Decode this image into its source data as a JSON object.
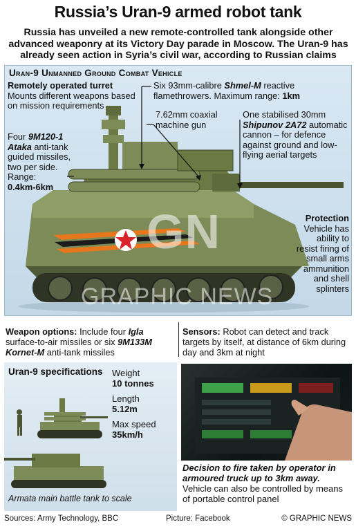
{
  "title": "Russia’s Uran-9 armed robot tank",
  "subtitle": "Russia has unveiled a new remote-controlled tank alongside other advanced weaponry at its Victory Day parade in Moscow. The Uran-9 has already seen action in Syria’s civil war, according to Russian claims",
  "panel_heading": "Uran-9 Unmanned Ground Combat Vehicle",
  "turret": {
    "heading": "Remotely operated turret",
    "text": "Mounts different weapons based on mission requirements"
  },
  "ataka": {
    "pre": "Four",
    "name": "9M120-1 Ataka",
    "post": "anti-tank guided missiles, two per side. Range:",
    "range": "0.4km-6km"
  },
  "shmel": {
    "pre": "Six 93mm-calibre",
    "name": "Shmel-M",
    "post": "reactive flamethrowers. Maximum range:",
    "range": "1km"
  },
  "coaxial": {
    "text": "7.62mm coaxial machine gun"
  },
  "cannon": {
    "pre": "One stabilised 30mm",
    "name": "Shipunov 2A72",
    "post": "automatic cannon – for defence against ground and low-flying aerial targets"
  },
  "protection": {
    "heading": "Protection",
    "text": "Vehicle has ability to resist firing of small arms ammunition and shell splinters"
  },
  "watermark": {
    "logo": "GN",
    "text": "GRAPHIC NEWS"
  },
  "weapons": {
    "heading": "Weapon options:",
    "pre": "Include four",
    "igla": "Igla",
    "mid": "surface-to-air missiles or six",
    "kornet": "9M133M Kornet-M",
    "post": "anti-tank missiles"
  },
  "sensors": {
    "heading": "Sensors:",
    "text": "Robot can detect and track targets by itself, at distance of 6km during day and 3km at night"
  },
  "specs": {
    "heading": "Uran-9 specifications",
    "weight_label": "Weight",
    "weight_value": "10 tonnes",
    "length_label": "Length",
    "length_value": "5.12m",
    "speed_label": "Max speed",
    "speed_value": "35km/h",
    "caption": "Armata main battle tank to scale"
  },
  "photo_caption": {
    "bold": "Decision to fire taken by operator in armoured truck up to 3km away.",
    "text": "Vehicle can also be controlled by means of portable control panel"
  },
  "footer": {
    "sources": "Sources: Army Technology, BBC",
    "picture": "Picture: Facebook",
    "credit": "© GRAPHIC NEWS"
  },
  "colors": {
    "panel": "#cfe0ec",
    "tank_green": "#6f7f4a",
    "stripe_orange": "#e8761c",
    "star_red": "#d9222a"
  }
}
